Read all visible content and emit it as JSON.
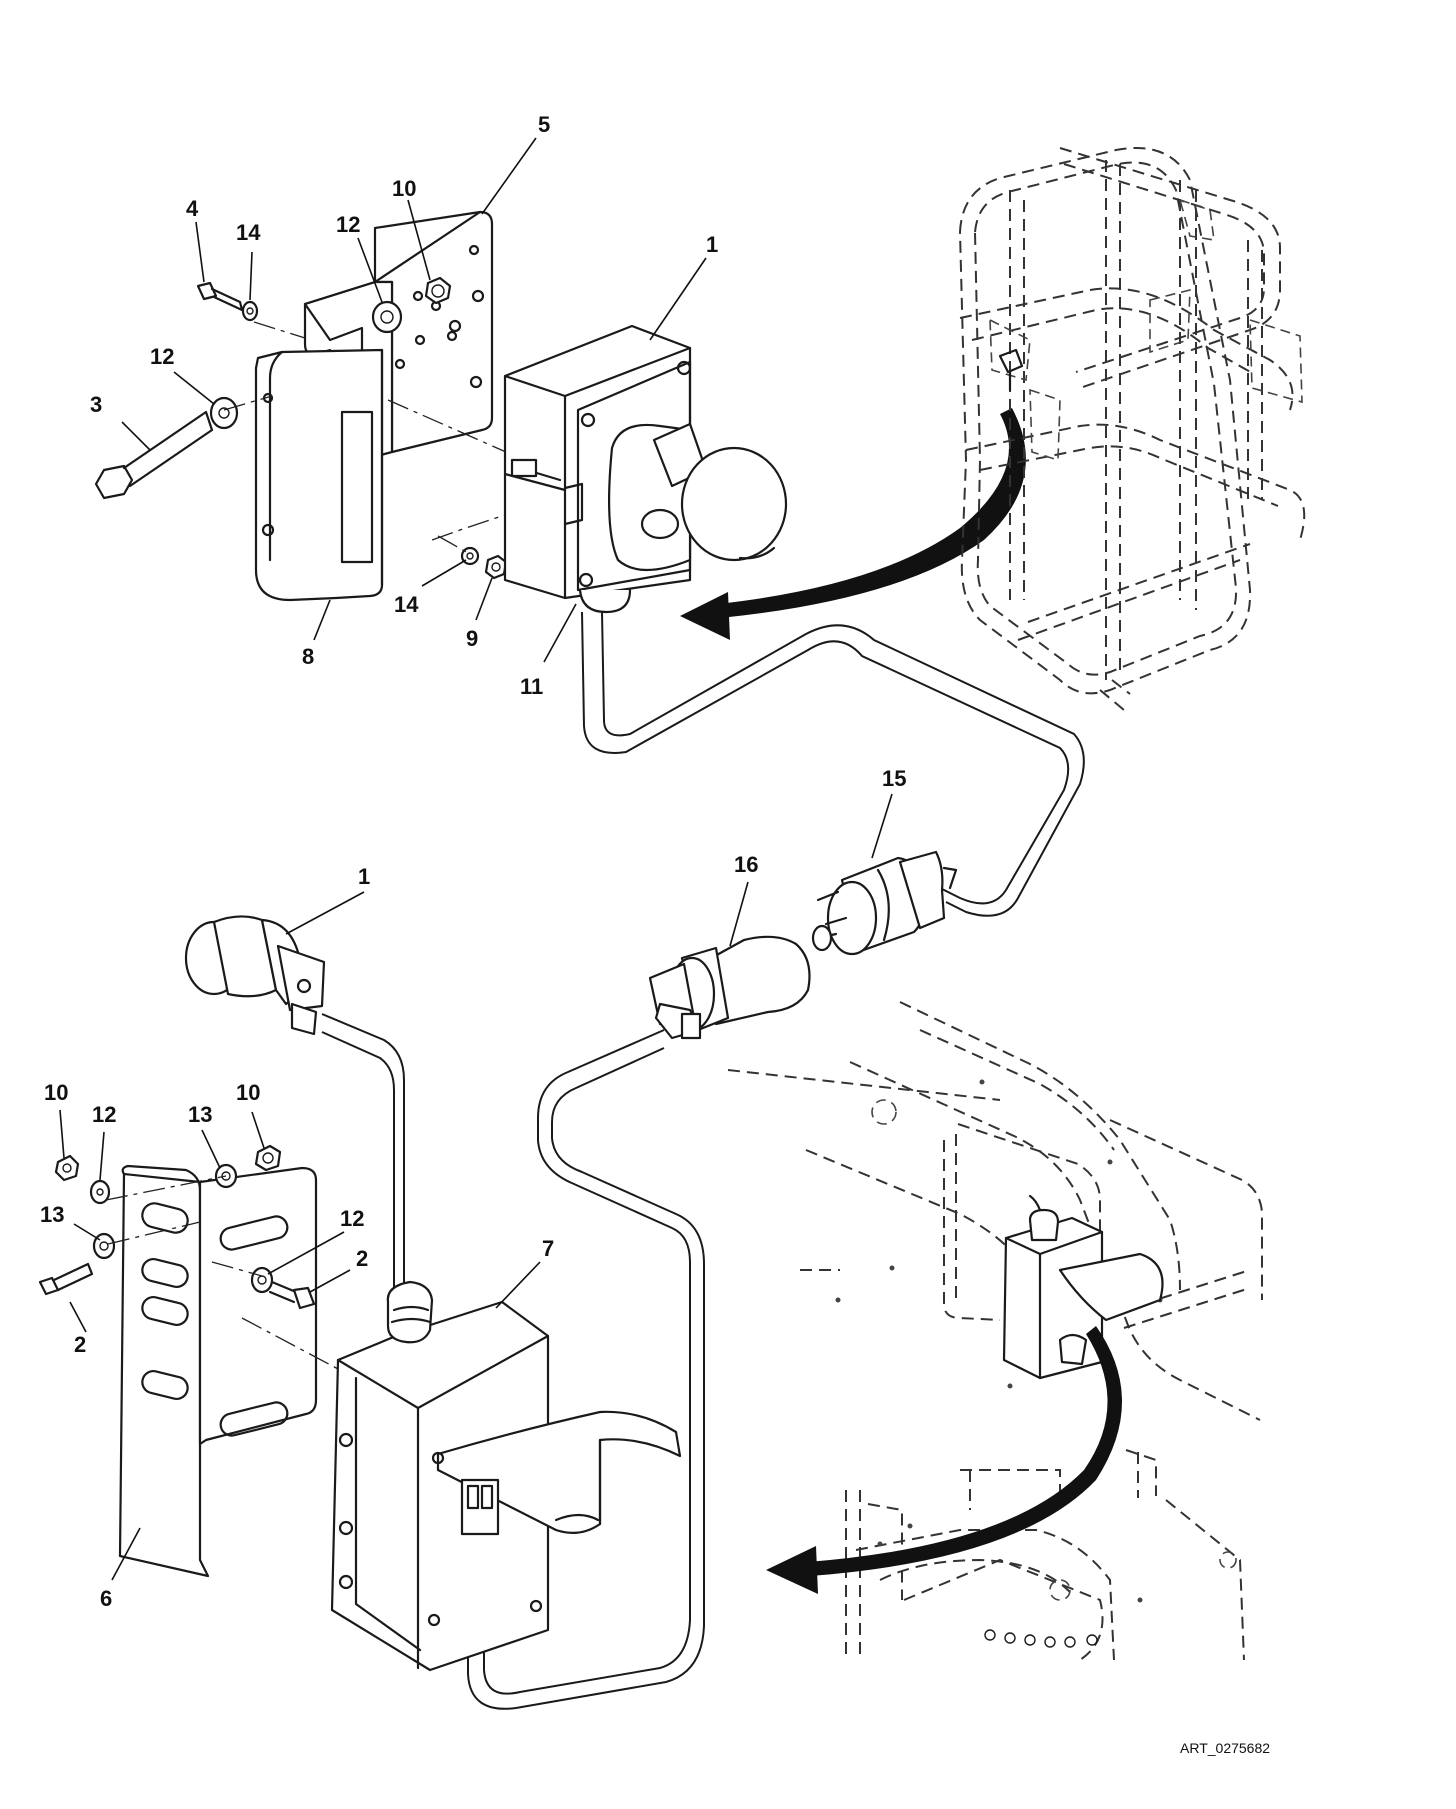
{
  "figure_id": "ART_0275682",
  "callouts": [
    {
      "id": "c5",
      "label": "5"
    },
    {
      "id": "c10a",
      "label": "10"
    },
    {
      "id": "c4",
      "label": "4"
    },
    {
      "id": "c14a",
      "label": "14"
    },
    {
      "id": "c12a",
      "label": "12"
    },
    {
      "id": "c1a",
      "label": "1"
    },
    {
      "id": "c12b",
      "label": "12"
    },
    {
      "id": "c3",
      "label": "3"
    },
    {
      "id": "c14b",
      "label": "14"
    },
    {
      "id": "c9",
      "label": "9"
    },
    {
      "id": "c8",
      "label": "8"
    },
    {
      "id": "c11",
      "label": "11"
    },
    {
      "id": "c15",
      "label": "15"
    },
    {
      "id": "c1b",
      "label": "1"
    },
    {
      "id": "c16",
      "label": "16"
    },
    {
      "id": "c10b",
      "label": "10"
    },
    {
      "id": "c12c",
      "label": "12"
    },
    {
      "id": "c13a",
      "label": "13"
    },
    {
      "id": "c10c",
      "label": "10"
    },
    {
      "id": "c7",
      "label": "7"
    },
    {
      "id": "c13b",
      "label": "13"
    },
    {
      "id": "c12d",
      "label": "12"
    },
    {
      "id": "c2a",
      "label": "2"
    },
    {
      "id": "c2b",
      "label": "2"
    },
    {
      "id": "c6",
      "label": "6"
    }
  ]
}
